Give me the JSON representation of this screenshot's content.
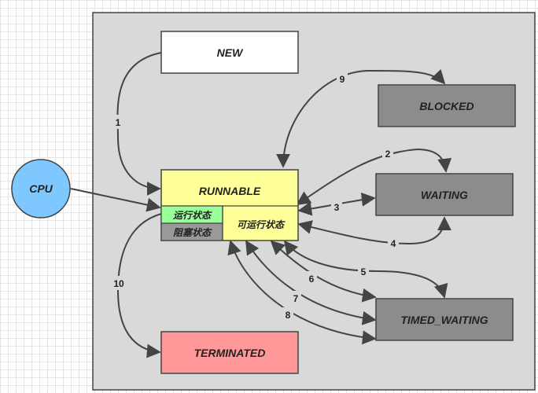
{
  "states": {
    "new": "NEW",
    "blocked": "BLOCKED",
    "runnable": "RUNNABLE",
    "waiting": "WAITING",
    "timed_waiting": "TIMED_WAITING",
    "terminated": "TERMINATED",
    "running": "运行状态",
    "blocked_sub": "阻塞状态",
    "ready": "可运行状态",
    "cpu": "CPU"
  },
  "transitions": {
    "t1": "1",
    "t2": "2",
    "t3": "3",
    "t4": "4",
    "t5": "5",
    "t6": "6",
    "t7": "7",
    "t8": "8",
    "t9": "9",
    "t10": "10"
  },
  "colors": {
    "frame_fill": "#d9d9d9",
    "new_fill": "#ffffff",
    "runnable_fill": "#ffff99",
    "running_fill": "#99ff99",
    "blocked_sub_fill": "#999999",
    "dark_state_fill": "#8c8c8c",
    "terminated_fill": "#ff9999",
    "cpu_fill": "#7ec8ff",
    "edge": "#444444"
  }
}
